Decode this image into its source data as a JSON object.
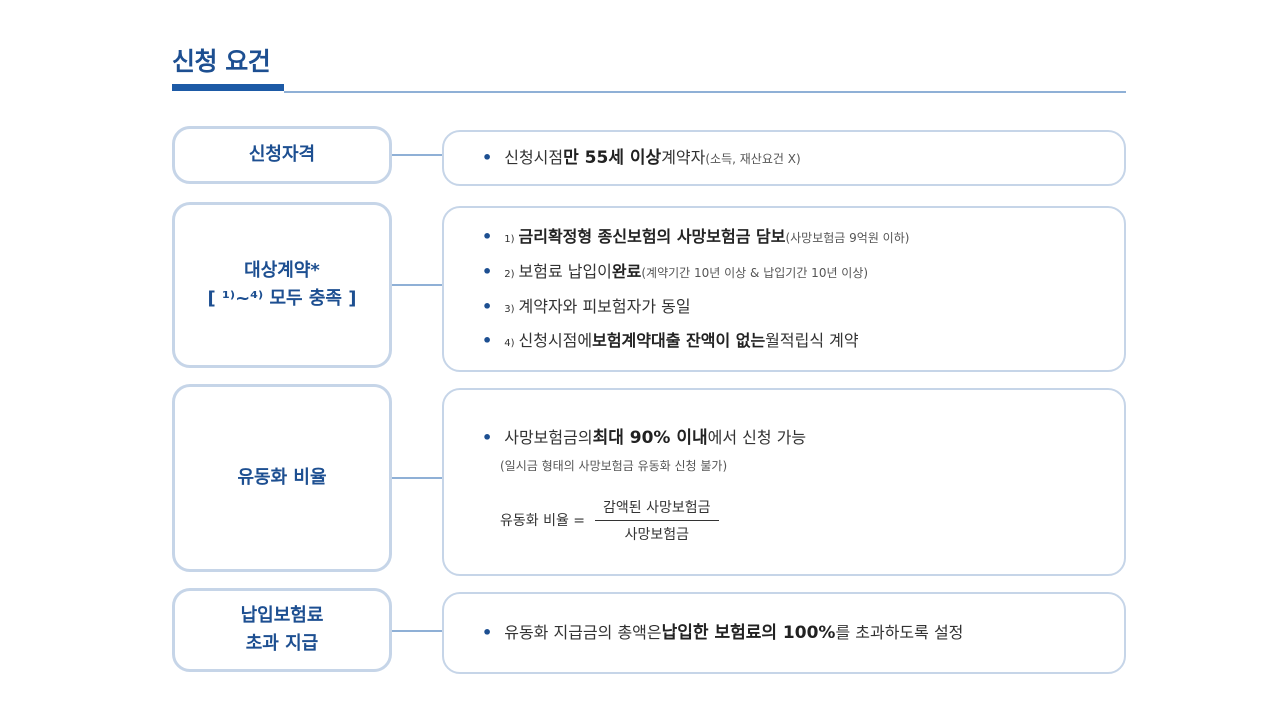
{
  "title": "신청 요건",
  "rows": [
    {
      "label_lines": [
        "신청자격"
      ],
      "bullets": [
        {
          "parts": [
            {
              "t": "신청시점 ",
              "s": ""
            },
            {
              "t": "만 55세 이상",
              "s": "strong big"
            },
            {
              "t": " 계약자",
              "s": ""
            },
            {
              "t": "(소득, 재산요건 X)",
              "s": "small"
            }
          ]
        }
      ]
    },
    {
      "label_lines": [
        "대상계약*",
        "[ ¹⁾~⁴⁾ 모두 충족 ]"
      ],
      "bullets": [
        {
          "sup": "1)",
          "parts": [
            {
              "t": "금리확정형 종신보험의 사망보험금 담보",
              "s": "strong"
            },
            {
              "t": "(사망보험금 9억원 이하)",
              "s": "small"
            }
          ]
        },
        {
          "sup": "2)",
          "parts": [
            {
              "t": "보험료 납입이 ",
              "s": ""
            },
            {
              "t": "완료",
              "s": "strong"
            },
            {
              "t": "(계약기간 10년 이상 & 납입기간 10년 이상)",
              "s": "small"
            }
          ]
        },
        {
          "sup": "3)",
          "parts": [
            {
              "t": "계약자와 피보험자가 동일",
              "s": ""
            }
          ]
        },
        {
          "sup": "4)",
          "parts": [
            {
              "t": "신청시점에 ",
              "s": ""
            },
            {
              "t": "보험계약대출 잔액이 없는",
              "s": "strong"
            },
            {
              "t": " 월적립식 계약",
              "s": ""
            }
          ]
        }
      ]
    },
    {
      "label_lines": [
        "유동화 비율"
      ],
      "bullets": [
        {
          "parts": [
            {
              "t": "사망보험금의 ",
              "s": ""
            },
            {
              "t": "최대 90% 이내",
              "s": "strong big"
            },
            {
              "t": "에서 신청 가능",
              "s": ""
            }
          ]
        }
      ],
      "note": "(일시금 형태의 사망보험금 유동화 신청 불가)",
      "formula": {
        "lhs": "유동화 비율 =",
        "numerator": "감액된 사망보험금",
        "denominator": "사망보험금"
      }
    },
    {
      "label_lines": [
        "납입보험료",
        "초과 지급"
      ],
      "bullets": [
        {
          "parts": [
            {
              "t": "유동화 지급금의 총액은 ",
              "s": ""
            },
            {
              "t": "납입한 보험료의 100%",
              "s": "strong big"
            },
            {
              "t": "를 초과하도록 설정",
              "s": ""
            }
          ]
        }
      ]
    }
  ],
  "colors": {
    "accent": "#1d4f91",
    "border": "#c6d5e8",
    "line": "#8fb0d6"
  }
}
